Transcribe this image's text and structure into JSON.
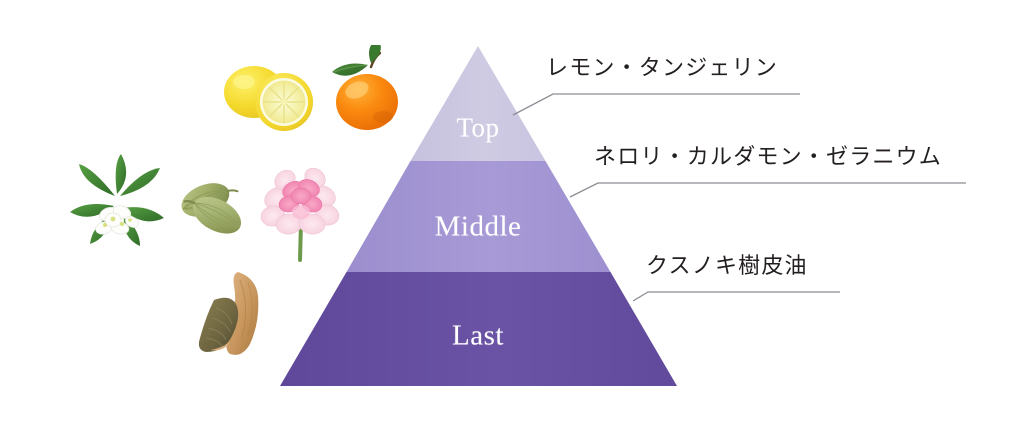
{
  "diagram": {
    "type": "fragrance-pyramid",
    "background_color": "#ffffff",
    "tiers": [
      {
        "key": "top",
        "label": "Top",
        "color": "#cdc9e1",
        "notes_label": "レモン・タンジェリン",
        "ingredients": [
          "lemon",
          "tangerine"
        ]
      },
      {
        "key": "middle",
        "label": "Middle",
        "color": "#a294d2",
        "notes_label": "ネロリ・カルダモン・ゼラニウム",
        "ingredients": [
          "neroli-blossom",
          "cardamom-pods",
          "geranium-flower"
        ]
      },
      {
        "key": "last",
        "label": "Last",
        "color": "#634b9e",
        "notes_label": "クスノキ樹皮油",
        "ingredients": [
          "camphor-bark"
        ]
      }
    ],
    "leader_line_color": "#8c8c94",
    "label_text_color": "#231f20",
    "tier_text_color": "#ffffff"
  },
  "illustrations": {
    "lemon": "lemon-illustration",
    "tangerine": "tangerine-illustration",
    "neroli": "neroli-blossom-illustration",
    "cardamom": "cardamom-pods-illustration",
    "geranium": "geranium-flower-illustration",
    "bark": "camphor-bark-illustration"
  }
}
